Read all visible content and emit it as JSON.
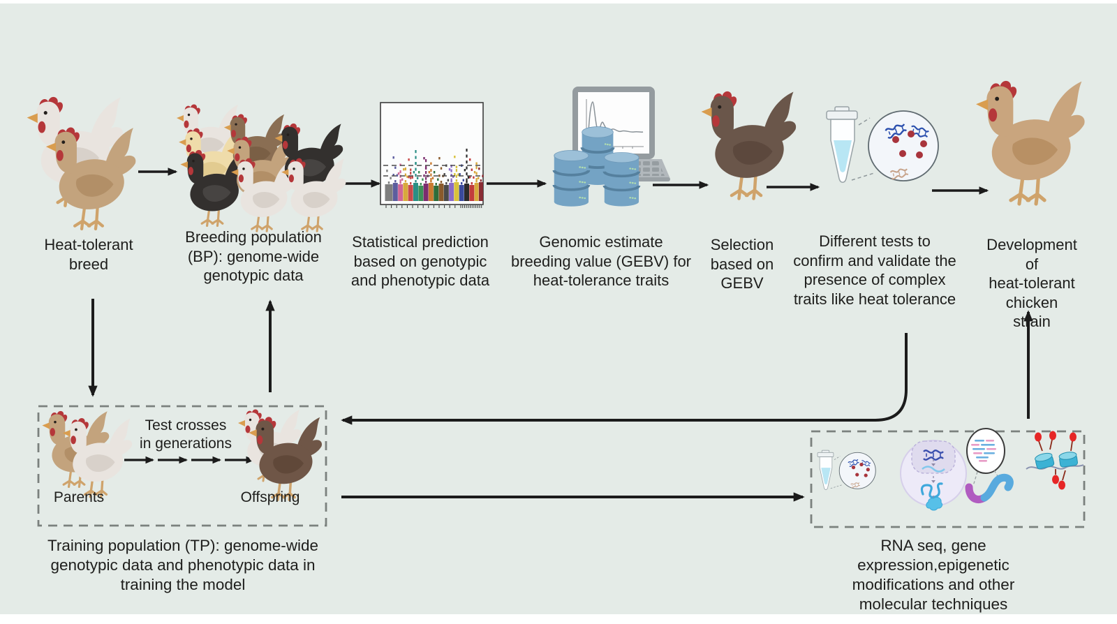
{
  "figure": {
    "background": "#e4ebe7",
    "text_color": "#1e1e1c",
    "arrow_color": "#1b1b1b",
    "dashed_box_color": "#7b817e"
  },
  "stations": {
    "heat_tolerant": {
      "label": "Heat-tolerant\nbreed"
    },
    "breeding": {
      "label": "Breeding population\n(BP): genome-wide\ngenotypic data"
    },
    "statistical": {
      "label": "Statistical prediction\nbased on genotypic\nand phenotypic data"
    },
    "gebv": {
      "label": "Genomic estimate\nbreeding value (GEBV) for\nheat-tolerance traits"
    },
    "selection": {
      "label": "Selection\nbased on\nGEBV"
    },
    "validation": {
      "label": "Different tests to\nconfirm and validate the\npresence of complex\ntraits like heat tolerance"
    },
    "development": {
      "label": "Development of\nheat-tolerant\nchicken strain"
    }
  },
  "training_box": {
    "parents_label": "Parents",
    "crosses_label": "Test crosses\nin generations",
    "offspring_label": "Offspring",
    "caption": "Training population (TP): genome-wide\ngenotypic data and phenotypic data in\ntraining the model"
  },
  "molecular_box": {
    "caption": "RNA seq, gene expression,epigenetic\nmodifications and other molecular techniques"
  },
  "colors": {
    "hens": {
      "white": {
        "body": "#e9e4df",
        "wing": "#d8d1ca"
      },
      "cream": {
        "body": "#efdcaa",
        "wing": "#e2cb90"
      },
      "black": {
        "body": "#33302e",
        "wing": "#474442"
      },
      "brown": {
        "body": "#8a6e53",
        "wing": "#7a5f45"
      },
      "tan": {
        "body": "#c3a37d",
        "wing": "#b28f67"
      },
      "selbrown": {
        "body": "#6a564a",
        "wing": "#5c483d"
      },
      "choc": {
        "body": "#6f5647",
        "wing": "#604839"
      },
      "devtan": {
        "body": "#c9a57e",
        "wing": "#b89064"
      }
    },
    "comb": "#b5373a",
    "legs": "#cfa36b",
    "beak": "#d99d4f",
    "database_blue": "#74a3c4",
    "tube_liquid": "#b8e6f4",
    "dna_blue": "#2b4fae",
    "dot_red": "#a8343c",
    "cell_fill": "#edeaf8",
    "ribbon_purple": "#b05cc0",
    "ribbon_blue": "#58aade",
    "histone_cyan": "#3cb2d4",
    "lollipop_red": "#e62626"
  },
  "icons": {
    "manhattan": {
      "threshold_lines": 2,
      "columns": [
        {
          "c": "#7f7f7f",
          "w": 11,
          "h": 24
        },
        {
          "c": "#5c5d9e",
          "w": 7,
          "h": 26
        },
        {
          "c": "#cf6697",
          "w": 7,
          "h": 24,
          "s": 44
        },
        {
          "c": "#d8a93c",
          "w": 7,
          "h": 26,
          "s": 48
        },
        {
          "c": "#c94b4b",
          "w": 7,
          "h": 23,
          "s": 42
        },
        {
          "c": "#2b8f85",
          "w": 7,
          "h": 26,
          "s": 73
        },
        {
          "c": "#3c9158",
          "w": 7,
          "h": 22
        },
        {
          "c": "#7c2d6e",
          "w": 7,
          "h": 25,
          "s": 60
        },
        {
          "c": "#c97a30",
          "w": 7,
          "h": 26,
          "s": 46
        },
        {
          "c": "#2f6d3a",
          "w": 7,
          "h": 22
        },
        {
          "c": "#8a5a2c",
          "w": 7,
          "h": 25
        },
        {
          "c": "#4a4a4a",
          "w": 7,
          "h": 23
        },
        {
          "c": "#8a6cc8",
          "w": 7,
          "h": 26,
          "s": 52
        },
        {
          "c": "#d8c23c",
          "w": 7,
          "h": 27,
          "s": 46
        },
        {
          "c": "#3a4a9c",
          "w": 7,
          "h": 23
        },
        {
          "c": "#2b2b2b",
          "w": 7,
          "h": 25,
          "s": 75
        },
        {
          "c": "#c23c3c",
          "w": 7,
          "h": 23
        },
        {
          "c": "#d8a93c",
          "w": 6,
          "h": 26,
          "s": 50
        },
        {
          "c": "#8a2c34",
          "w": 6,
          "h": 27
        }
      ]
    }
  }
}
